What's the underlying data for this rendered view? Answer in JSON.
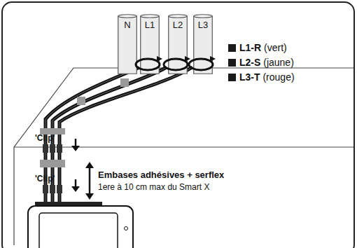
{
  "diagram": {
    "nodes": [
      {
        "text": [
          "N"
        ]
      },
      {
        "text": [
          "L1"
        ]
      },
      {
        "text": [
          "L2"
        ]
      },
      {
        "text": [
          "L3"
        ]
      }
    ],
    "labels": [
      "'Clip'",
      "'Clip'",
      "Embases adhésives + serflex",
      "1ere à 10 cm max du Smart X"
    ],
    "legend": [
      {
        "text": "L1-R (vert)",
        "color": "#1a1a1a"
      },
      {
        "text": "L2-S (jaune)",
        "color": "#1a1a1a"
      },
      {
        "text": "L3-T (rouge)",
        "color": "#1a1a1a"
      }
    ]
  }
}
